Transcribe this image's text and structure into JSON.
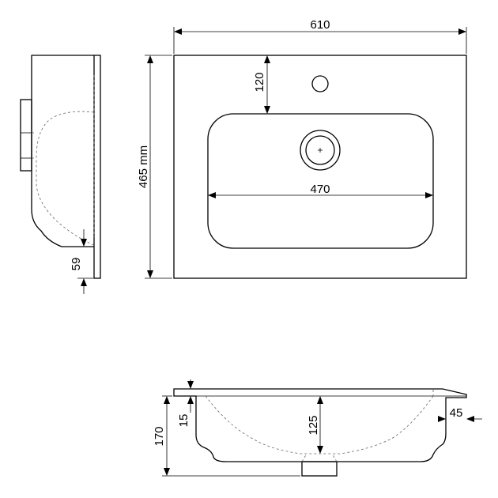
{
  "dimensions": {
    "width": "610",
    "depth": "465 mm",
    "tap_offset": "120",
    "bowl_width": "470",
    "side_thickness": "59",
    "height": "170",
    "rim": "15",
    "bowl_depth": "125",
    "overhang": "45"
  }
}
